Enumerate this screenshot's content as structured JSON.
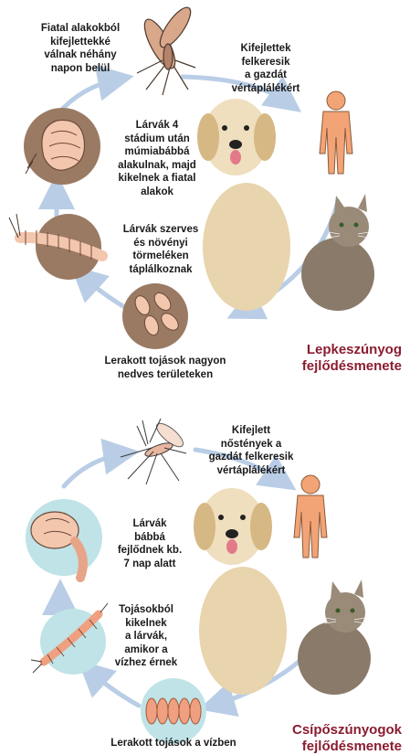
{
  "colors": {
    "title": "#8b1c2f",
    "arrow": "#b9cde6",
    "sandfly_stage_bg": "#9a7a63",
    "mosquito_stage_bg": "#bfe3e6",
    "silhouette": "#f2a476"
  },
  "top": {
    "title_line1": "Lepkeszúnyog",
    "title_line2": "fejlődésmenete",
    "stages": {
      "adult_line1": "Fiatal alakokból",
      "adult_line2": "kifejlettekké",
      "adult_line3": "válnak néhány",
      "adult_line4": "napon belül",
      "host_line1": "Kifejlettek",
      "host_line2": "felkeresik",
      "host_line3": "a gazdát",
      "host_line4": "vértáplálékért",
      "pupa_line1": "Lárvák 4",
      "pupa_line2": "stádium után",
      "pupa_line3": "múmiabábbá",
      "pupa_line4": "alakulnak, majd",
      "pupa_line5": "kikelnek a fiatal",
      "pupa_line6": "alakok",
      "larva_line1": "Lárvák szerves",
      "larva_line2": "és növényi",
      "larva_line3": "törmeléken",
      "larva_line4": "táplálkoznak",
      "eggs_line1": "Lerakott tojások nagyon",
      "eggs_line2": "nedves területeken"
    }
  },
  "bottom": {
    "title_line1": "Csípőszúnyogok",
    "title_line2": "fejlődésmenete",
    "stages": {
      "host_line1": "Kifejlett",
      "host_line2": "nőstények a",
      "host_line3": "gazdát felkeresik",
      "host_line4": "vértáplálékért",
      "pupa_line1": "Lárvák",
      "pupa_line2": "bábbá",
      "pupa_line3": "fejlődnek kb.",
      "pupa_line4": "7 nap alatt",
      "larva_line1": "Tojásokból",
      "larva_line2": "kikelnek",
      "larva_line3": "a lárvák,",
      "larva_line4": "amikor a",
      "larva_line5": "vízhez érnek",
      "eggs_line1": "Lerakott tojások a vízben"
    }
  },
  "icons": {
    "adult_sandfly": "sandfly-icon",
    "sandfly_pupa": "pupa-icon",
    "sandfly_larva": "larva-icon",
    "sandfly_eggs": "eggs-icon",
    "adult_mosquito": "mosquito-icon",
    "mosquito_pupa": "pupa-icon",
    "mosquito_larva": "larva-icon",
    "mosquito_eggs": "eggs-icon",
    "human": "human-silhouette-icon",
    "dog": "dog-icon",
    "cat": "cat-icon"
  }
}
